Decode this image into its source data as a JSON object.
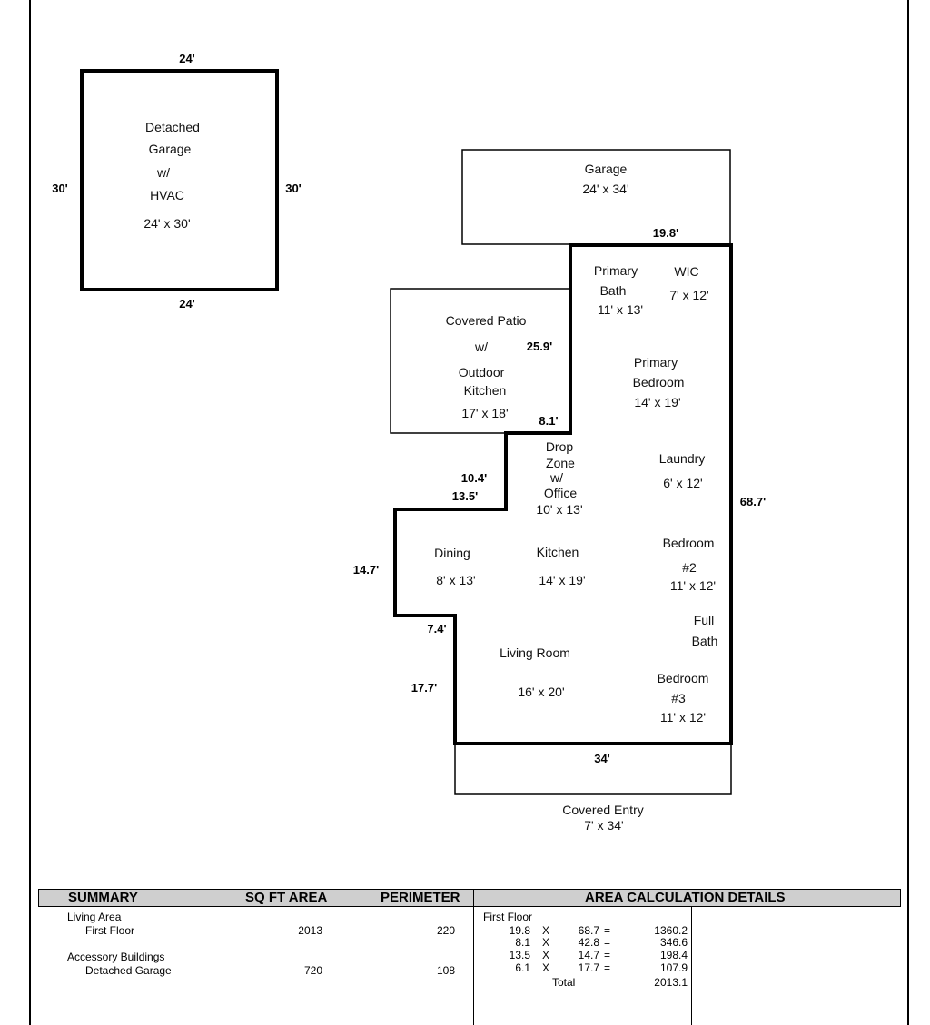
{
  "detached_garage": {
    "name_lines": [
      "Detached",
      "Garage",
      "w/",
      "HVAC"
    ],
    "size": "24' x 30'",
    "dims": {
      "top": "24'",
      "bottom": "24'",
      "left": "30'",
      "right": "30'"
    }
  },
  "rooms": {
    "garage": {
      "name": "Garage",
      "size": "24' x 34'"
    },
    "primary_bath": {
      "name_lines": [
        "Primary",
        "Bath"
      ],
      "size": "11' x 13'"
    },
    "wic": {
      "name": "WIC",
      "size": "7' x 12'"
    },
    "covered_patio": {
      "name_lines": [
        "Covered Patio",
        "w/",
        "Outdoor",
        "Kitchen"
      ],
      "size": "17' x 18'"
    },
    "primary_bedroom": {
      "name_lines": [
        "Primary",
        "Bedroom"
      ],
      "size": "14' x 19'"
    },
    "drop_zone": {
      "name_lines": [
        "Drop",
        "Zone",
        "w/",
        "Office"
      ],
      "size": "10' x 13'"
    },
    "laundry": {
      "name": "Laundry",
      "size": "6' x 12'"
    },
    "dining": {
      "name": "Dining",
      "size": "8' x 13'"
    },
    "kitchen": {
      "name": "Kitchen",
      "size": "14' x 19'"
    },
    "bedroom2": {
      "name_lines": [
        "Bedroom",
        "#2"
      ],
      "size": "11' x 12'"
    },
    "full_bath": {
      "name_lines": [
        "Full",
        "Bath"
      ]
    },
    "living_room": {
      "name": "Living Room",
      "size": "16' x 20'"
    },
    "bedroom3": {
      "name_lines": [
        "Bedroom",
        "#3"
      ],
      "size": "11' x 12'"
    },
    "covered_entry": {
      "name": "Covered Entry",
      "size": "7' x 34'"
    }
  },
  "dimensions": {
    "top": "19.8'",
    "right": "68.7'",
    "patio_side": "25.9'",
    "patio_step": "8.1'",
    "drop_side": "10.4'",
    "drop_step": "13.5'",
    "dining_side": "14.7'",
    "dining_step": "7.4'",
    "living_side": "17.7'",
    "bottom": "34'"
  },
  "summary": {
    "headers": {
      "summary": "SUMMARY",
      "area": "SQ FT AREA",
      "perimeter": "PERIMETER",
      "details": "AREA CALCULATION DETAILS"
    },
    "living_area": "Living Area",
    "first_floor": {
      "label": "First Floor",
      "area": "2013",
      "perimeter": "220"
    },
    "accessory": "Accessory Buildings",
    "detached_garage": {
      "label": "Detached Garage",
      "area": "720",
      "perimeter": "108"
    },
    "calc_title": "First Floor",
    "calc_rows": [
      {
        "a": "19.8",
        "op": "X",
        "b": "68.7",
        "eq": "=",
        "result": "1360.2"
      },
      {
        "a": "8.1",
        "op": "X",
        "b": "42.8",
        "eq": "=",
        "result": "346.6"
      },
      {
        "a": "13.5",
        "op": "X",
        "b": "14.7",
        "eq": "=",
        "result": "198.4"
      },
      {
        "a": "6.1",
        "op": "X",
        "b": "17.7",
        "eq": "=",
        "result": "107.9"
      }
    ],
    "total_label": "Total",
    "total_value": "2013.1"
  }
}
